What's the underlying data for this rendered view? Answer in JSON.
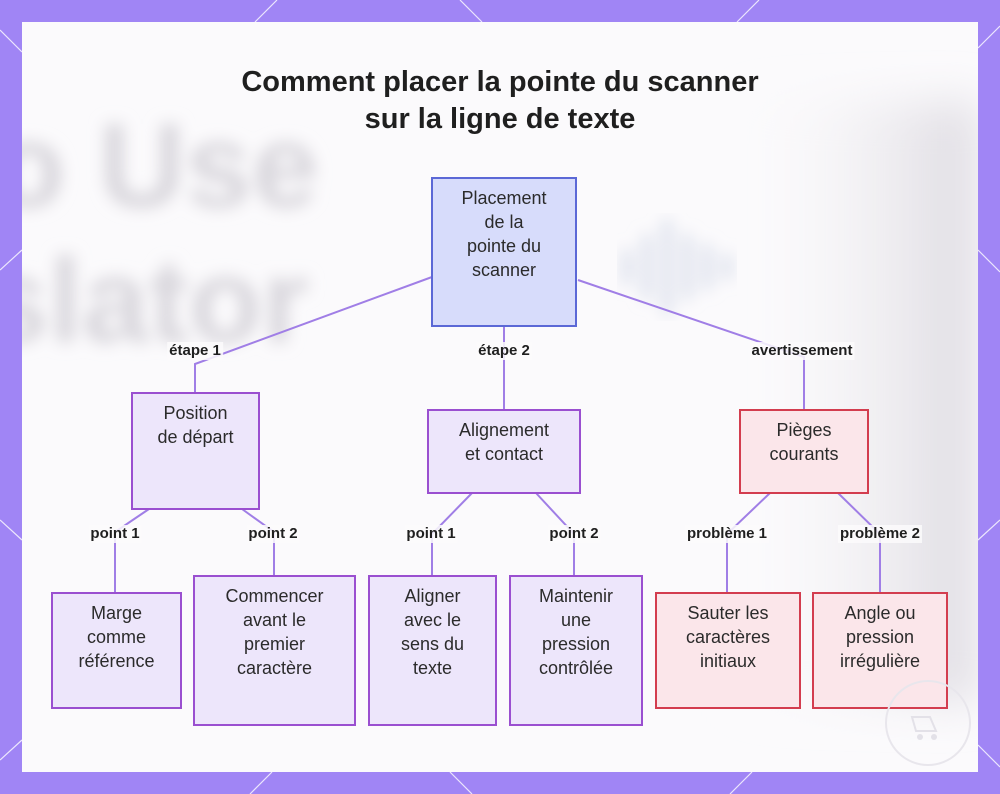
{
  "title": [
    "Comment placer la pointe du scanner",
    "sur la ligne de texte"
  ],
  "background_text": [
    "o Use",
    "slator"
  ],
  "nodes": {
    "root": [
      "Placement",
      "de la",
      "pointe du",
      "scanner"
    ],
    "start": [
      "Position",
      "de départ"
    ],
    "align": [
      "Alignement",
      "et contact"
    ],
    "traps": [
      "Pièges",
      "courants"
    ],
    "margin": [
      "Marge",
      "comme",
      "référence"
    ],
    "before": [
      "Commencer",
      "avant le",
      "premier",
      "caractère"
    ],
    "direction": [
      "Aligner",
      "avec le",
      "sens du",
      "texte"
    ],
    "pressure": [
      "Maintenir",
      "une",
      "pression",
      "contrôlée"
    ],
    "skip": [
      "Sauter les",
      "caractères",
      "initiaux"
    ],
    "angle": [
      "Angle ou",
      "pression",
      "irrégulière"
    ]
  },
  "edge_labels": {
    "step1": "étape 1",
    "step2": "étape 2",
    "warning": "avertissement",
    "s_point1": "point 1",
    "s_point2": "point 2",
    "a_point1": "point 1",
    "a_point2": "point 2",
    "problem1": "problème 1",
    "problem2": "problème 2"
  },
  "colors": {
    "frame": "#a085f5",
    "edge": "#a07ee6",
    "main_fill": "#d7dcfb",
    "main_border": "#5b68d6",
    "step_fill": "#ede6fb",
    "step_border": "#9a4fd0",
    "warn_fill": "#fbe6ea",
    "warn_border": "#d33d4f"
  }
}
